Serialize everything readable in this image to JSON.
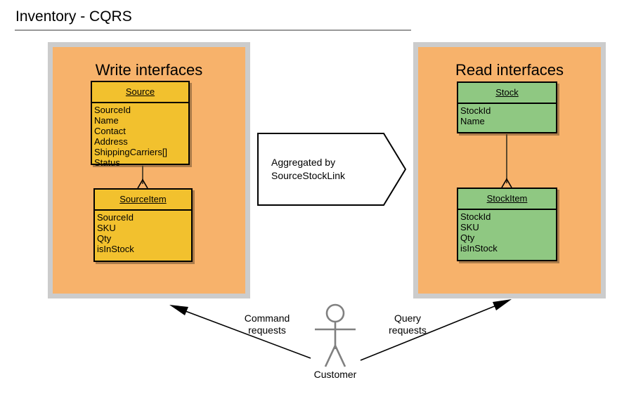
{
  "diagram": {
    "title": "Inventory - CQRS",
    "panels": [
      {
        "key": "write",
        "title": "Write interfaces",
        "fill": "#f7b26b",
        "border": "#cccccc",
        "classes": [
          {
            "name": "Source",
            "fill": "#f2c12e",
            "attributes": [
              "SourceId",
              "Name",
              "Contact",
              "Address",
              "ShippingCarriers[]",
              "Status"
            ]
          },
          {
            "name": "SourceItem",
            "fill": "#f2c12e",
            "attributes": [
              "SourceId",
              "SKU",
              "Qty",
              "isInStock"
            ]
          }
        ]
      },
      {
        "key": "read",
        "title": "Read interfaces",
        "fill": "#f7b26b",
        "border": "#cccccc",
        "classes": [
          {
            "name": "Stock",
            "fill": "#8fc882",
            "attributes": [
              "StockId",
              "Name"
            ]
          },
          {
            "name": "StockItem",
            "fill": "#8fc882",
            "attributes": [
              "StockId",
              "SKU",
              "Qty",
              "isInStock"
            ]
          }
        ]
      }
    ],
    "aggregate_note": {
      "line1": "Aggregated by",
      "line2": "SourceStockLink"
    },
    "actor": {
      "label": "Customer",
      "color": "#808080"
    },
    "flows": [
      {
        "key": "command",
        "line1": "Command",
        "line2": "requests"
      },
      {
        "key": "query",
        "line1": "Query",
        "line2": "requests"
      }
    ]
  }
}
